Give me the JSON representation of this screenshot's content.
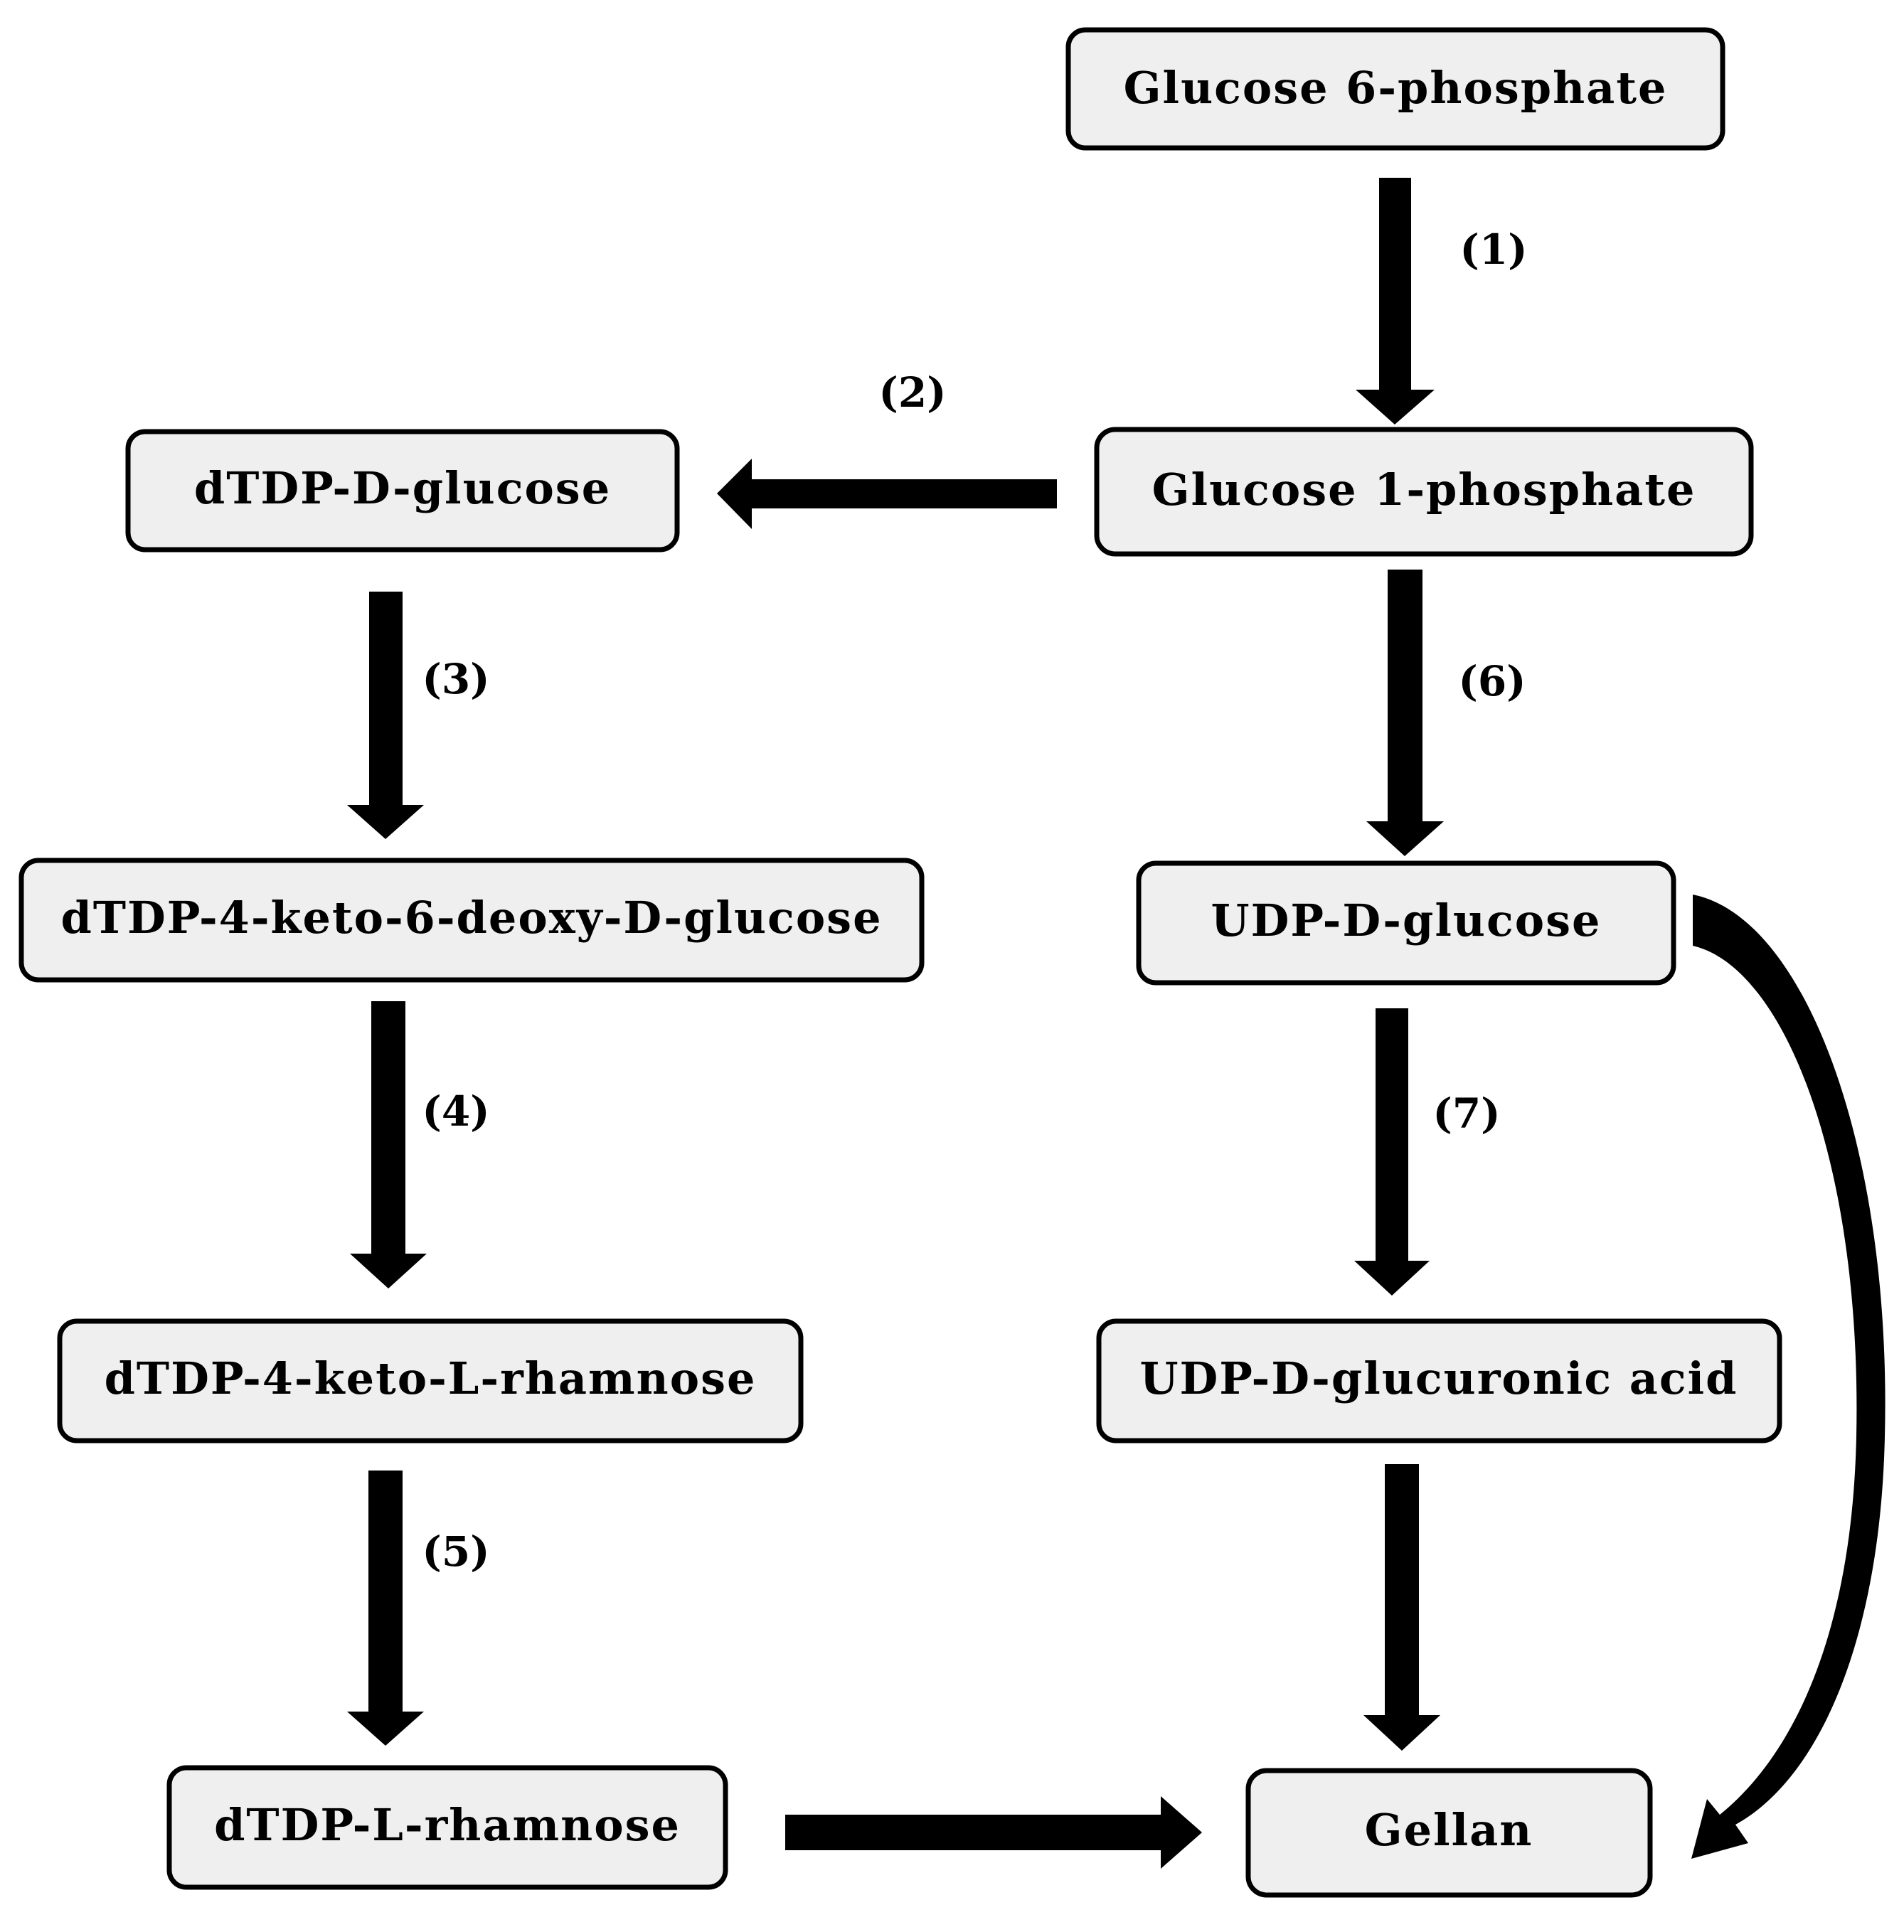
{
  "diagram": {
    "nodes": {
      "g6p": "Glucose 6-phosphate",
      "g1p": "Glucose 1-phosphate",
      "dtdp_glc": "dTDP-D-glucose",
      "dtdp_keto_deoxy": "dTDP-4-keto-6-deoxy-D-glucose",
      "dtdp_keto_rha": "dTDP-4-keto-L-rhamnose",
      "dtdp_rha": "dTDP-L-rhamnose",
      "udp_glc": "UDP-D-glucose",
      "udp_glca": "UDP-D-glucuronic acid",
      "gellan": "Gellan"
    },
    "steps": {
      "s1": "(1)",
      "s2": "(2)",
      "s3": "(3)",
      "s4": "(4)",
      "s5": "(5)",
      "s6": "(6)",
      "s7": "(7)"
    },
    "edges": [
      {
        "from": "Glucose 6-phosphate",
        "to": "Glucose 1-phosphate",
        "step": "(1)"
      },
      {
        "from": "Glucose 1-phosphate",
        "to": "dTDP-D-glucose",
        "step": "(2)"
      },
      {
        "from": "dTDP-D-glucose",
        "to": "dTDP-4-keto-6-deoxy-D-glucose",
        "step": "(3)"
      },
      {
        "from": "dTDP-4-keto-6-deoxy-D-glucose",
        "to": "dTDP-4-keto-L-rhamnose",
        "step": "(4)"
      },
      {
        "from": "dTDP-4-keto-L-rhamnose",
        "to": "dTDP-L-rhamnose",
        "step": "(5)"
      },
      {
        "from": "Glucose 1-phosphate",
        "to": "UDP-D-glucose",
        "step": "(6)"
      },
      {
        "from": "UDP-D-glucose",
        "to": "UDP-D-glucuronic acid",
        "step": "(7)"
      },
      {
        "from": "UDP-D-glucuronic acid",
        "to": "Gellan",
        "step": ""
      },
      {
        "from": "dTDP-L-rhamnose",
        "to": "Gellan",
        "step": ""
      },
      {
        "from": "UDP-D-glucose",
        "to": "Gellan",
        "step": ""
      }
    ]
  }
}
